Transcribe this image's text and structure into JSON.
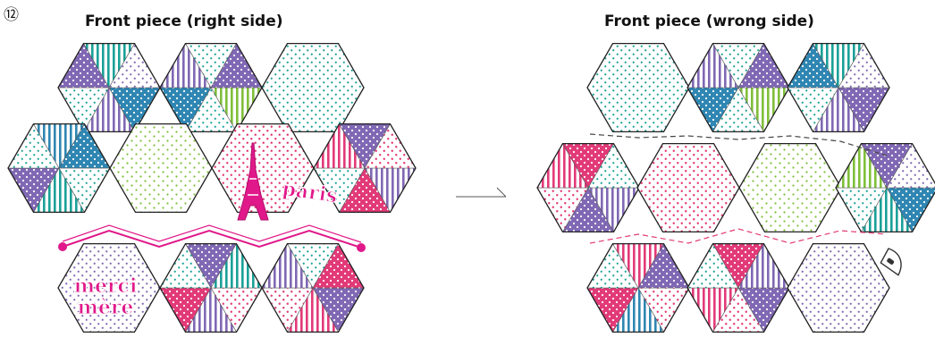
{
  "step_number": "⑫",
  "left_panel": {
    "title": "Front piece (right side)"
  },
  "right_panel": {
    "title": "Front piece (wrong side)"
  },
  "appliques": {
    "paris": "paris",
    "merci_line1": "merci",
    "merci_line2": "mère"
  },
  "colors": {
    "teal": "#1aa198",
    "purple": "#8068b4",
    "blue": "#2f86b2",
    "green": "#7fbf3a",
    "pink": "#e23a78",
    "magenta": "#e0188a",
    "outline": "#222222"
  },
  "icons": [
    "arrow-right-icon",
    "iron-icon",
    "eiffel-tower-icon"
  ]
}
